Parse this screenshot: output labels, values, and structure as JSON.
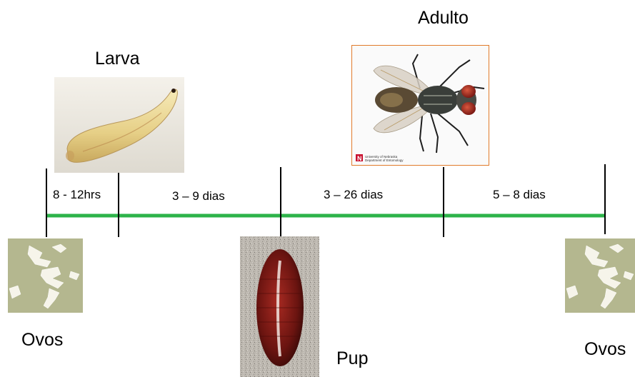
{
  "stages": {
    "eggs_start": "Ovos",
    "larva": "Larva",
    "pupa": "Pup",
    "adult": "Adulto",
    "eggs_end": "Ovos"
  },
  "durations": [
    "8 - 12hrs",
    "3 – 9 dias",
    "3 – 26 dias",
    "5 – 8 dias"
  ],
  "photo_credit": {
    "line1": "University of Nebraska",
    "line2": "Department of Entomology"
  },
  "colors": {
    "timeline": "#2db34a",
    "tick": "#000000",
    "adult_frame": "#e07a2a"
  }
}
